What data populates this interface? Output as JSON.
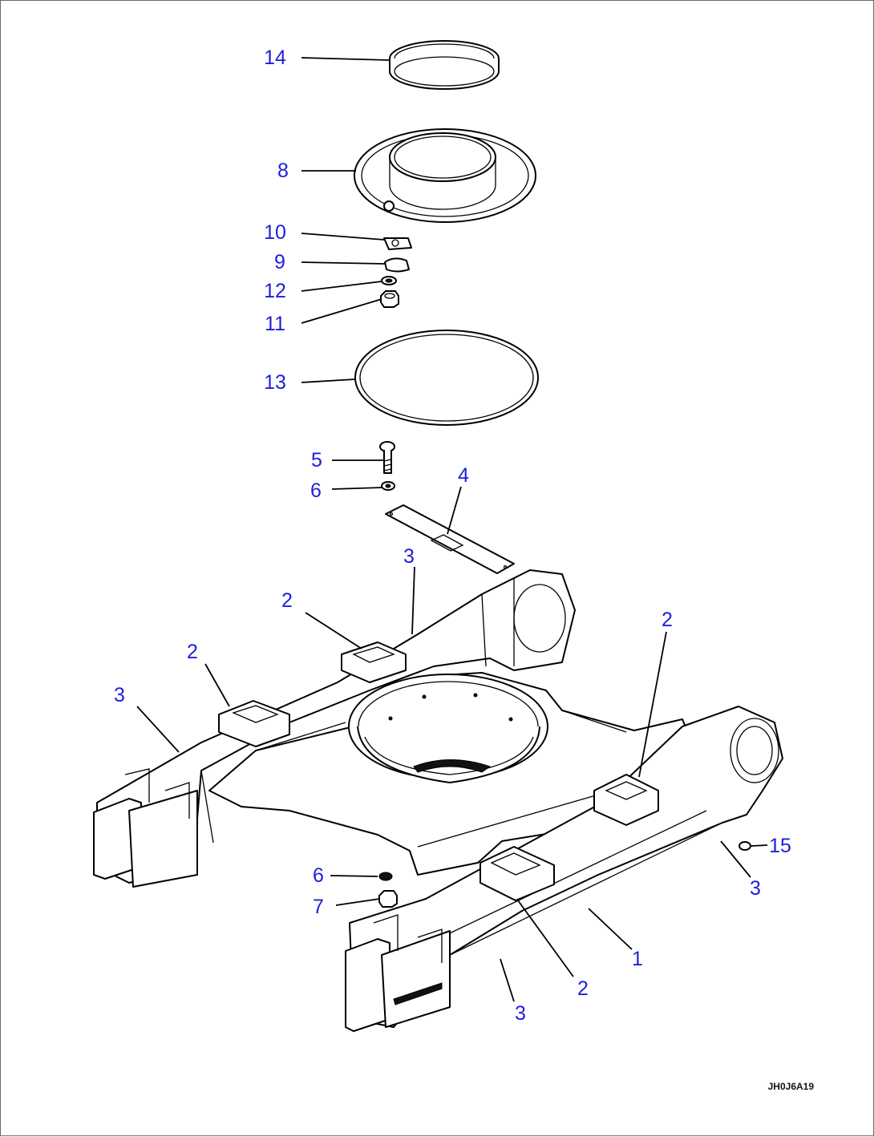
{
  "callouts": [
    "14",
    "8",
    "10",
    "9",
    "12",
    "11",
    "13",
    "5",
    "6",
    "4",
    "3",
    "2",
    "2",
    "3",
    "2",
    "6",
    "7",
    "15",
    "3",
    "1",
    "2",
    "3"
  ],
  "drawing_code": "JH0J6A19"
}
